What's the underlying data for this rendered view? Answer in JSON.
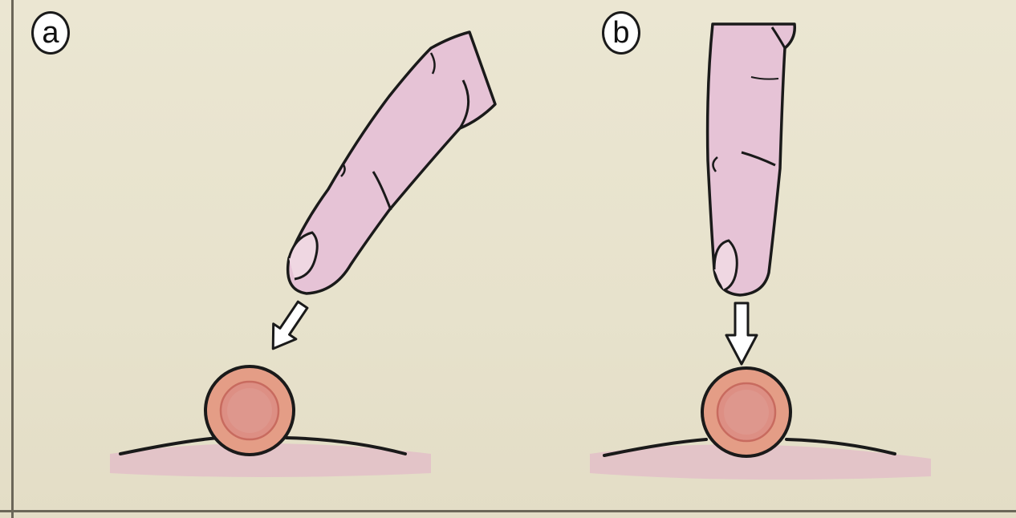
{
  "panels": [
    {
      "label": "a",
      "pressure_direction": "oblique"
    },
    {
      "label": "b",
      "pressure_direction": "vertical"
    }
  ],
  "colors": {
    "background": "#e9e4cf",
    "finger": "#e6c3d6",
    "outline": "#1a1a1a",
    "nodule": "#e49d86",
    "nodule_core": "#dd8f84",
    "skin_shadow": "#e3bfc8",
    "arrow": "#ffffff"
  },
  "icons": [
    "finger-icon",
    "arrow-icon",
    "nodule-icon",
    "skin-surface-icon"
  ]
}
